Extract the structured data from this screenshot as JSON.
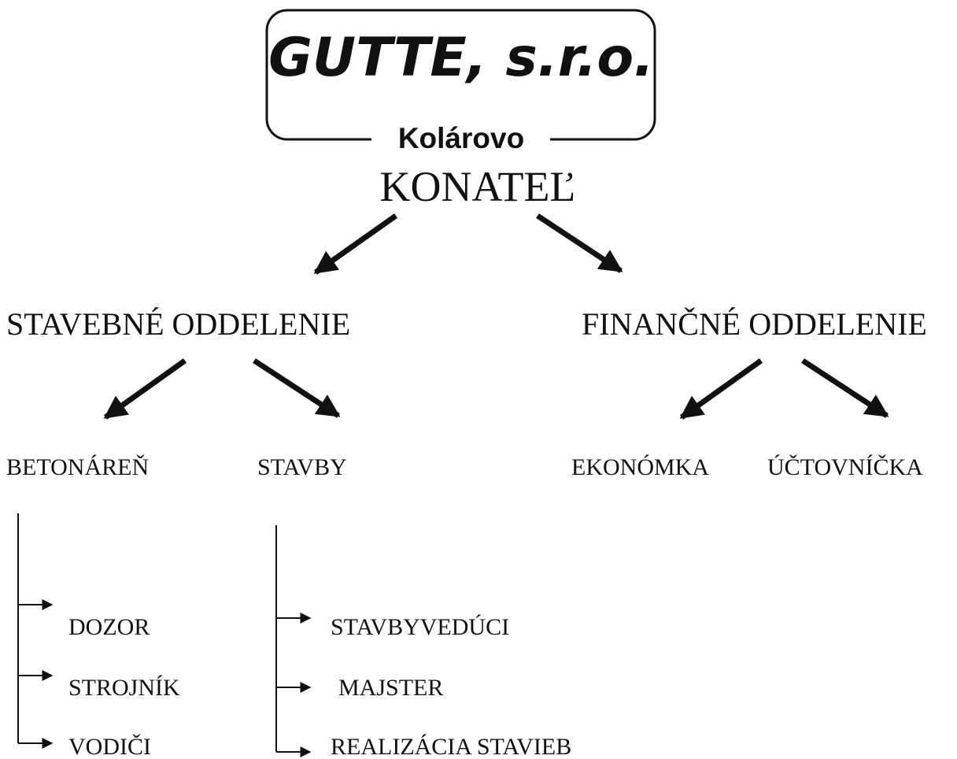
{
  "logo": {
    "company": "GUTTE, s.r.o.",
    "city": "Kolárovo"
  },
  "org": {
    "top": "KONATEĽ",
    "departments": {
      "construction": "STAVEBNÉ ODDELENIE",
      "finance": "FINANČNÉ ODDELENIE"
    },
    "units": {
      "concrete_plant": "BETONÁREŇ",
      "buildings": "STAVBY",
      "economist": "EKONÓMKA",
      "accountant": "ÚČTOVNÍČKA"
    },
    "concrete_plant_roles": [
      "DOZOR",
      "STROJNÍK",
      "VODIČI"
    ],
    "buildings_roles": [
      "STAVBYVEDÚCI",
      "MAJSTER",
      "REALIZÁCIA STAVIEB"
    ]
  },
  "colors": {
    "ink": "#111111",
    "background": "#ffffff"
  }
}
